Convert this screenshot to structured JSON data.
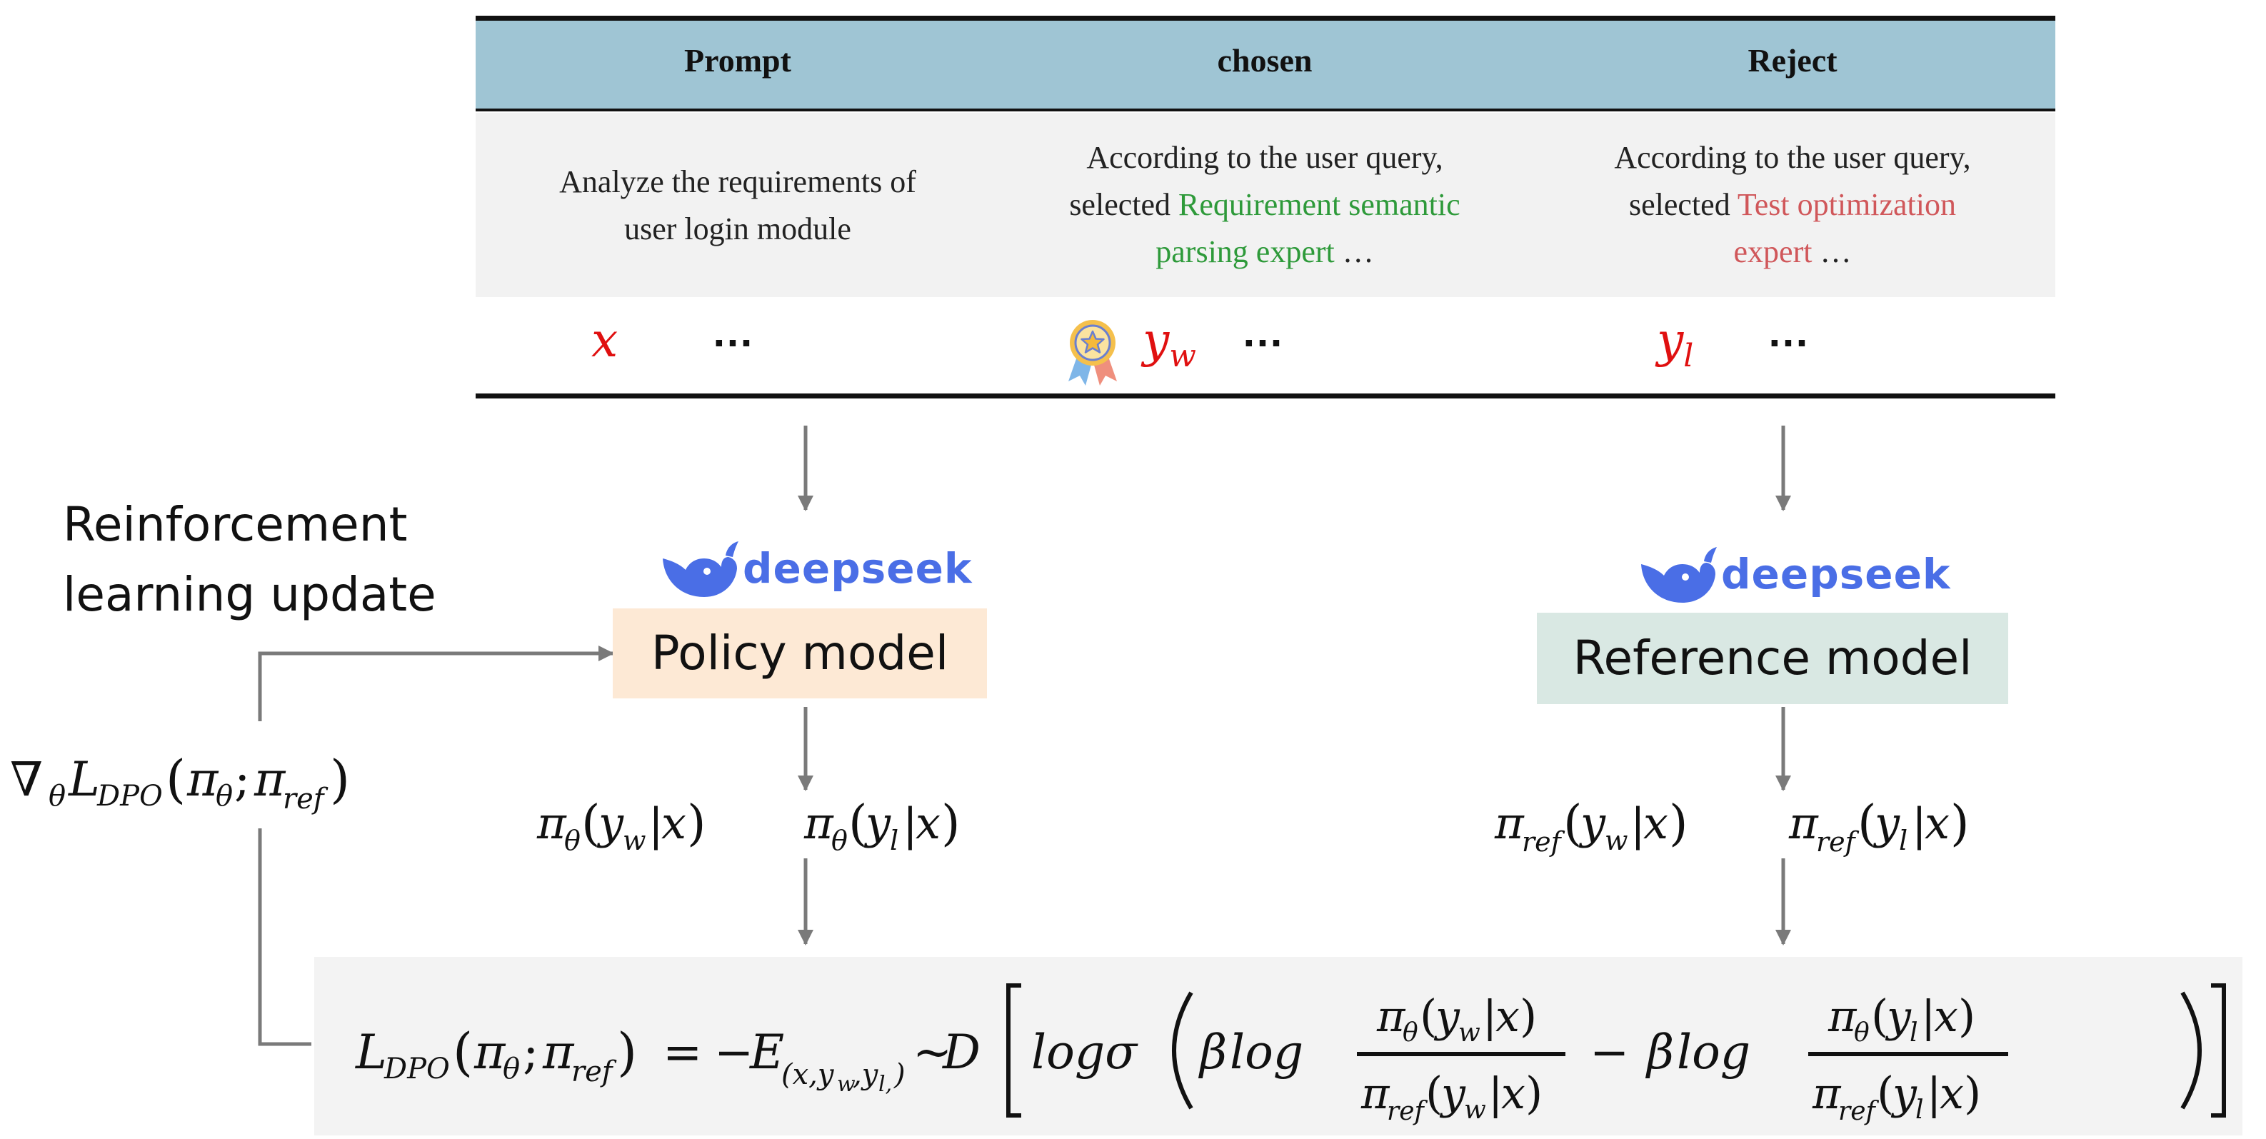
{
  "table": {
    "headers": [
      "Prompt",
      "chosen",
      "Reject"
    ],
    "prompt_text": [
      "Analyze the requirements of",
      "user login module"
    ],
    "chosen_text": {
      "line1": "According to the user query,",
      "line2_prefix": "selected ",
      "line2_highlight": "Requirement semantic",
      "line3_highlight": "parsing expert",
      "line3_suffix": " …"
    },
    "reject_text": {
      "line1": "According to the user query,",
      "line2_prefix": "selected ",
      "line2_highlight": "Test optimization",
      "line3_highlight": "expert",
      "line3_suffix": " …"
    },
    "vars": {
      "x": "x",
      "yw_base": "y",
      "yw_sub": "w",
      "yl_base": "y",
      "yl_sub": "l",
      "dots": "…"
    },
    "colors": {
      "header_band": "#9fc5d4",
      "chosen_highlight": "#2e9a3a",
      "reject_highlight": "#d0575a",
      "variables": "#e01010"
    }
  },
  "models": {
    "policy": {
      "brand": "deepseek",
      "label": "Policy model",
      "fill": "#fde9d5"
    },
    "reference": {
      "brand": "deepseek",
      "label": "Reference model",
      "fill": "#d9e8e3"
    },
    "brand_color": "#4a6ee6"
  },
  "rl_update": {
    "label_line1": "Reinforcement",
    "label_line2": "learning update"
  },
  "icons": [
    "award-ribbon-icon",
    "deepseek-whale-icon"
  ]
}
